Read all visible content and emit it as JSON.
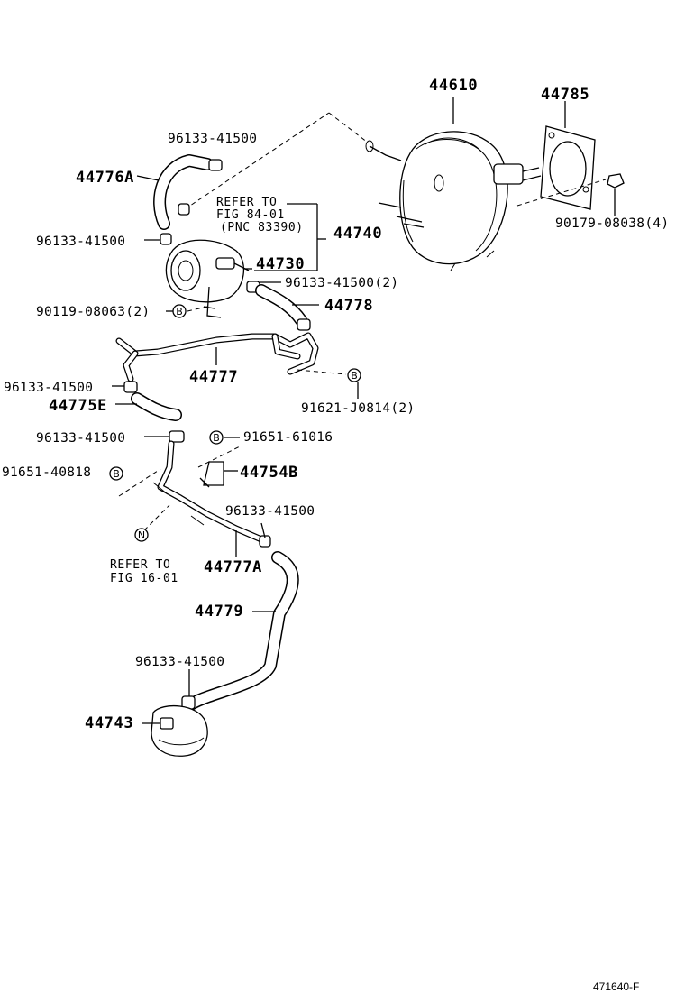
{
  "parts": {
    "booster": "44610",
    "gasket": "44785",
    "hose_44776A": "44776A",
    "clip_1": "96133-41500",
    "clip_2": "96133-41500",
    "vacuum_pump_assy": "44740",
    "pump": "44730",
    "clip_3": "96133-41500(2)",
    "hose_44778": "44778",
    "bolt_90119": "90119-08063(2)",
    "nut_90179": "90179-08038(4)",
    "pipe_44777": "44777",
    "clip_4": "96133-41500",
    "hose_44775E": "44775E",
    "bolt_91621": "91621-J0814(2)",
    "clip_5": "96133-41500",
    "bolt_91651_61016": "91651-61016",
    "bolt_91651_40818": "91651-40818",
    "bracket_44754B": "44754B",
    "clip_6": "96133-41500",
    "pipe_44777A": "44777A",
    "hose_44779": "44779",
    "clip_7": "96133-41500",
    "tank_44743": "44743"
  },
  "refs": {
    "ref_84_line1": "REFER TO",
    "ref_84_line2": "FIG 84-01",
    "ref_84_line3": "(PNC 83390)",
    "ref_16_line1": "REFER TO",
    "ref_16_line2": "FIG 16-01"
  },
  "markers": {
    "b": "B",
    "n": "N"
  },
  "figure_code": "471640-F"
}
